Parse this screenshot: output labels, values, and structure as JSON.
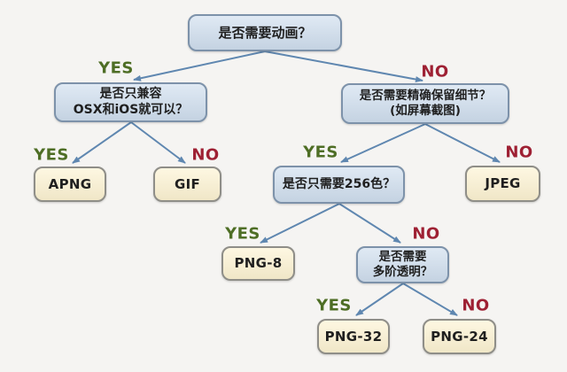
{
  "palette": {
    "background": "#f5f4f2",
    "question_fill": "#cfdeee",
    "question_border": "#7d92aa",
    "result_fill": "#fdf3d2",
    "result_border": "#8f8e88",
    "arrow": "#5f87b0",
    "yes_color": "#4e6e25",
    "no_color": "#9e2033",
    "text_color": "#1f1f1f"
  },
  "nodes": {
    "root": {
      "label": "是否需要动画？"
    },
    "compat": {
      "label": "是否只兼容\nOSX和iOS就可以？"
    },
    "detail": {
      "label": "是否需要精确保留细节？\n(如屏幕截图)"
    },
    "apng": {
      "label": "APNG"
    },
    "gif": {
      "label": "GIF"
    },
    "colors256": {
      "label": "是否只需要256色？"
    },
    "jpeg": {
      "label": "JPEG"
    },
    "png8": {
      "label": "PNG-8"
    },
    "transparency": {
      "label": "是否需要\n多阶透明？"
    },
    "png32": {
      "label": "PNG-32"
    },
    "png24": {
      "label": "PNG-24"
    }
  },
  "edge_labels": {
    "root_yes": "YES",
    "root_no": "NO",
    "compat_yes": "YES",
    "compat_no": "NO",
    "detail_yes": "YES",
    "detail_no": "NO",
    "colors_yes": "YES",
    "colors_no": "NO",
    "trans_yes": "YES",
    "trans_no": "NO"
  }
}
